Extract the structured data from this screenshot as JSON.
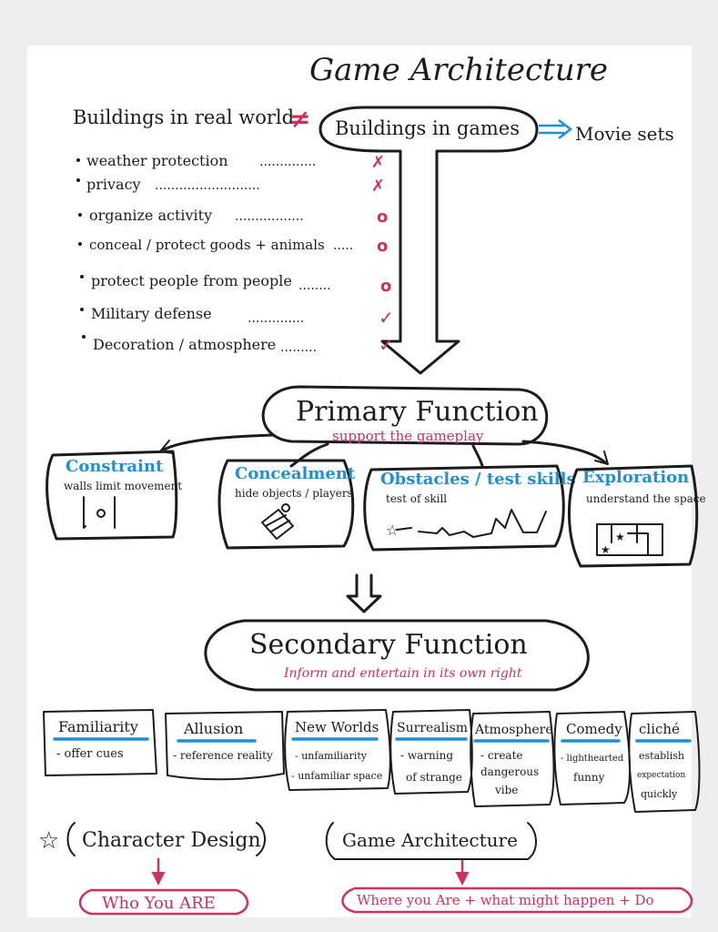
{
  "title": "Game Architecture",
  "comparison": {
    "left": "Buildings in real world",
    "symbol": "≠",
    "right": "Buildings in games",
    "arrow_target": "Movie sets"
  },
  "list_items": [
    {
      "text": "weather protection",
      "mark": "✗"
    },
    {
      "text": "privacy",
      "mark": "✗"
    },
    {
      "text": "organize activity",
      "mark": "o"
    },
    {
      "text": "conceal / protect goods + animals",
      "mark": "o"
    },
    {
      "text": "protect people from people",
      "mark": "o"
    },
    {
      "text": "Military defense",
      "mark": "✓"
    },
    {
      "text": "Decoration / atmosphere",
      "mark": "✓"
    }
  ],
  "primary": {
    "label": "Primary Function",
    "sub": "support the gameplay",
    "cards": [
      {
        "title": "Constraint",
        "desc": "walls limit movement"
      },
      {
        "title": "Concealment",
        "desc": "hide objects / players"
      },
      {
        "title": "Obstacles / test skills",
        "desc": "test of skill"
      },
      {
        "title": "Exploration",
        "desc": "understand the space"
      }
    ]
  },
  "secondary": {
    "label": "Secondary Function",
    "sub": "Inform and entertain in its own right",
    "cards": [
      {
        "title": "Familiarity",
        "lines": [
          "- offer cues"
        ]
      },
      {
        "title": "Allusion",
        "lines": [
          "- reference reality"
        ]
      },
      {
        "title": "New Worlds",
        "lines": [
          "- unfamiliarity",
          "- unfamiliar space"
        ]
      },
      {
        "title": "Surrealism",
        "lines": [
          "- warning",
          "of strange"
        ]
      },
      {
        "title": "Atmosphere",
        "lines": [
          "- create",
          "dangerous",
          "vibe"
        ]
      },
      {
        "title": "Comedy",
        "lines": [
          "- lighthearted",
          "funny"
        ]
      },
      {
        "title": "cliché",
        "lines": [
          "establish",
          "expectation",
          "quickly"
        ]
      }
    ]
  },
  "bottom": {
    "star": "☆",
    "left": {
      "label": "Character Design",
      "result": "Who You ARE"
    },
    "right": {
      "label": "Game Architecture",
      "result": "Where you Are + what might happen + Do"
    }
  },
  "colors": {
    "ink": "#1c1c1c",
    "accent_blue": "#1f8fd6",
    "accent_red": "#d0305a",
    "paper": "#ffffff"
  }
}
